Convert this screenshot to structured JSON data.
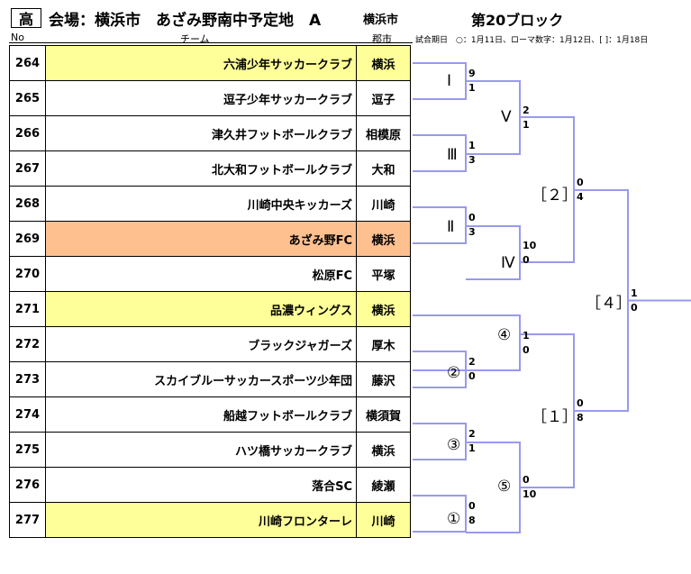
{
  "header": {
    "category": "高",
    "venue": "会場：横浜市　あざみ野南中予定地　A",
    "city": "横浜市",
    "block": "第20ブロック",
    "col_no": "No",
    "col_team": "チーム",
    "col_city": "郡市",
    "note": "試合期日　○：1月11日、ローマ数字：1月12日、[ ]：1月18日"
  },
  "teams": [
    {
      "no": "264",
      "name": "六浦少年サッカークラブ",
      "city": "横浜",
      "hl": "yel"
    },
    {
      "no": "265",
      "name": "逗子少年サッカークラブ",
      "city": "逗子",
      "hl": ""
    },
    {
      "no": "266",
      "name": "津久井フットボールクラブ",
      "city": "相模原",
      "hl": ""
    },
    {
      "no": "267",
      "name": "北大和フットボールクラブ",
      "city": "大和",
      "hl": ""
    },
    {
      "no": "268",
      "name": "川崎中央キッカーズ",
      "city": "川崎",
      "hl": ""
    },
    {
      "no": "269",
      "name": "あざみ野FC",
      "city": "横浜",
      "hl": "org"
    },
    {
      "no": "270",
      "name": "松原FC",
      "city": "平塚",
      "hl": ""
    },
    {
      "no": "271",
      "name": "品濃ウィングス",
      "city": "横浜",
      "hl": "yel"
    },
    {
      "no": "272",
      "name": "ブラックジャガーズ",
      "city": "厚木",
      "hl": ""
    },
    {
      "no": "273",
      "name": "スカイブルーサッカースポーツ少年団",
      "city": "藤沢",
      "hl": ""
    },
    {
      "no": "274",
      "name": "船越フットボールクラブ",
      "city": "横須賀",
      "hl": ""
    },
    {
      "no": "275",
      "name": "ハツ橋サッカークラブ",
      "city": "横浜",
      "hl": ""
    },
    {
      "no": "276",
      "name": "落合SC",
      "city": "綾瀬",
      "hl": ""
    },
    {
      "no": "277",
      "name": "川崎フロンターレ",
      "city": "川崎",
      "hl": "yel"
    }
  ],
  "matches": {
    "m_I": {
      "label": "Ⅰ",
      "s1": "9",
      "s2": "1"
    },
    "m_III": {
      "label": "Ⅲ",
      "s1": "1",
      "s2": "3"
    },
    "m_II": {
      "label": "Ⅱ",
      "s1": "0",
      "s2": "3"
    },
    "m_V": {
      "label": "Ⅴ",
      "s1": "2",
      "s2": "1"
    },
    "m_IV": {
      "label": "Ⅳ",
      "s1": "10",
      "s2": "0"
    },
    "m_b2": {
      "label": "［２］",
      "s1": "0",
      "s2": "4"
    },
    "m_c4": {
      "label": "④",
      "s1": "1",
      "s2": "0"
    },
    "m_c2": {
      "label": "②",
      "s1": "2",
      "s2": "0"
    },
    "m_c3": {
      "label": "③",
      "s1": "2",
      "s2": "1"
    },
    "m_c1": {
      "label": "①",
      "s1": "0",
      "s2": "8"
    },
    "m_c5": {
      "label": "⑤",
      "s1": "0",
      "s2": "10"
    },
    "m_b1": {
      "label": "［１］",
      "s1": "0",
      "s2": "8"
    },
    "m_b4": {
      "label": "［４］",
      "s1": "1",
      "s2": "0"
    }
  },
  "bracket_color": "#9999ee"
}
